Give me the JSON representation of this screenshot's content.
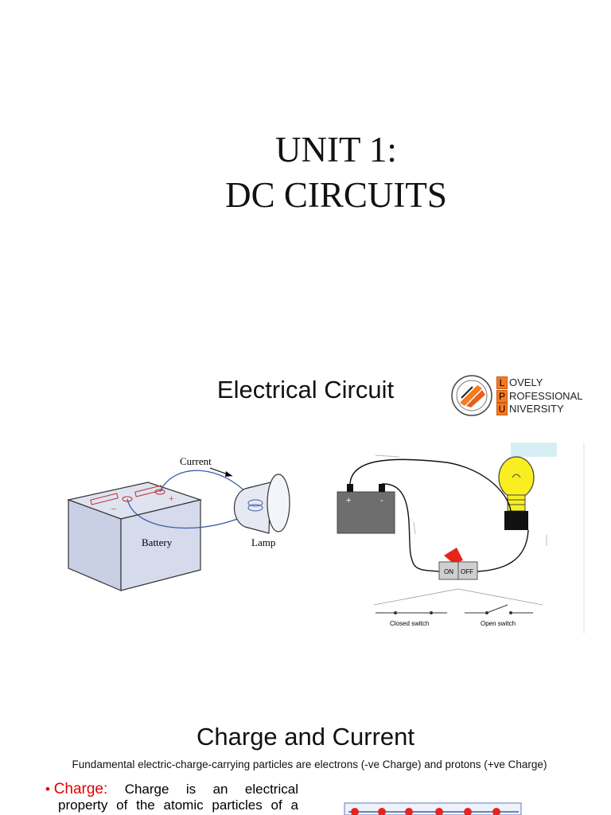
{
  "slide1": {
    "title_line1": "UNIT 1:",
    "title_line2": "DC CIRCUITS"
  },
  "slide2": {
    "title": "Electrical Circuit",
    "logo": {
      "letters": [
        "L",
        "P",
        "U"
      ],
      "words": [
        "OVELY",
        "ROFESSIONAL",
        "NIVERSITY"
      ]
    },
    "diagram1": {
      "current_label": "Current",
      "battery_label": "Battery",
      "lamp_label": "Lamp"
    },
    "diagram2": {
      "on_label": "ON",
      "off_label": "OFF",
      "closed_label": "Closed switch",
      "open_label": "Open switch"
    }
  },
  "slide3": {
    "title": "Charge and Current",
    "subtitle": "Fundamental electric-charge-carrying particles are electrons (-ve Charge) and protons (+ve Charge)",
    "charge_term": "Charge:",
    "charge_line1_words": [
      "Charge",
      "is",
      "an",
      "electrical"
    ],
    "charge_line2_words": [
      "property",
      "of",
      "the",
      "atomic",
      "particles",
      "of",
      "a"
    ]
  },
  "colors": {
    "logo_orange": "#f47b20",
    "charge_red": "#e00000",
    "electron_red": "#e8231b",
    "circuit_blue": "#3a5fa8"
  }
}
